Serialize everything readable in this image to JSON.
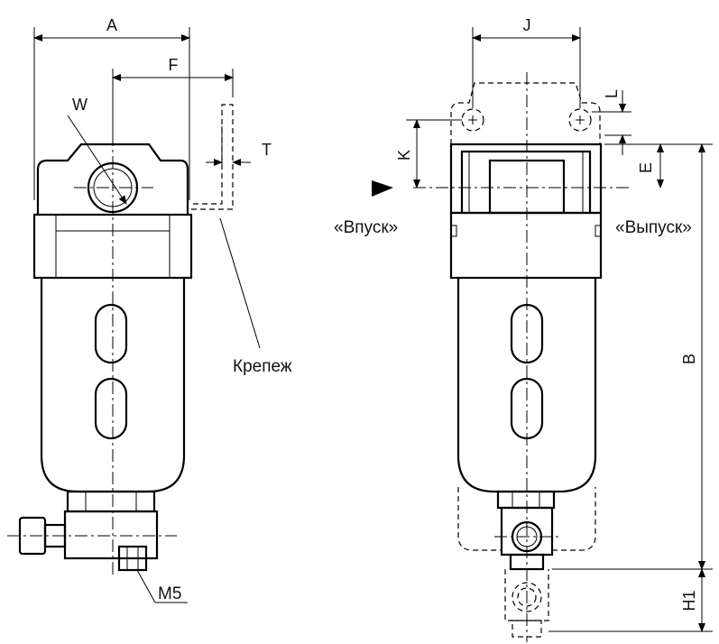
{
  "labels": {
    "A": "A",
    "F": "F",
    "W": "W",
    "T": "T",
    "J": "J",
    "L": "L",
    "K": "K",
    "E": "E",
    "B": "B",
    "H1": "H1",
    "M5": "M5",
    "mount": "Крепеж",
    "inlet": "«Впуск»",
    "outlet": "«Выпуск»"
  }
}
